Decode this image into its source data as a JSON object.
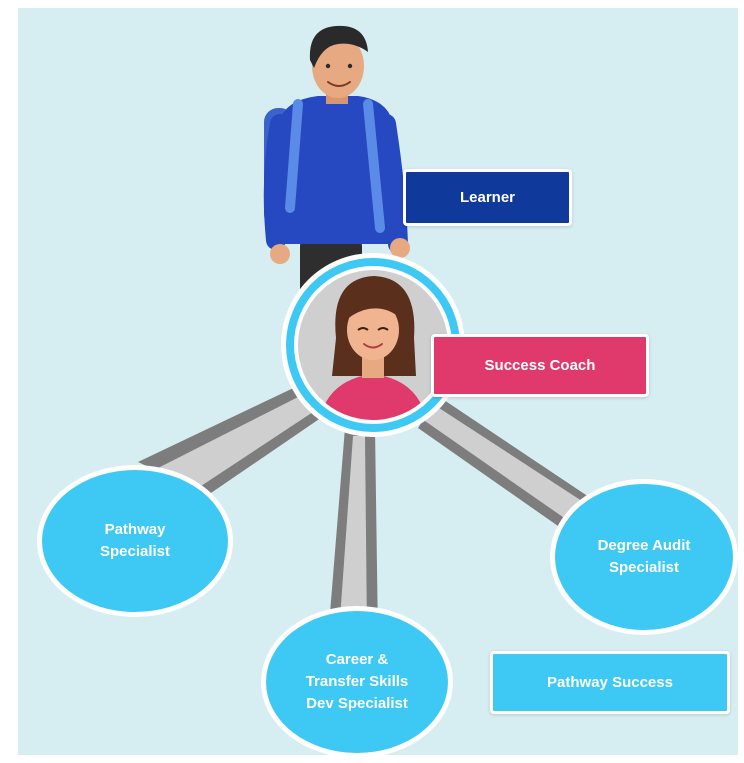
{
  "colors": {
    "background": "#d6edf2",
    "learner_box": "#0f3a9c",
    "success_coach_box": "#e0396b",
    "specialist_node": "#3ec9f4",
    "connector_outer": "#7d7d7d",
    "connector_inner": "#cfcfcf",
    "pathway_success_box": "#3ec9f4"
  },
  "labels": {
    "learner": "Learner",
    "success_coach": "Success Coach",
    "pathway_success": "Pathway Success"
  },
  "nodes": {
    "pathway_specialist": "Pathway\nSpecialist",
    "career_specialist": "Career &\nTransfer Skills\nDev Specialist",
    "degree_audit_specialist": "Degree Audit\nSpecialist"
  },
  "icons": {
    "learner": "student-with-backpack-illustration",
    "coach": "coach-portrait-illustration"
  }
}
